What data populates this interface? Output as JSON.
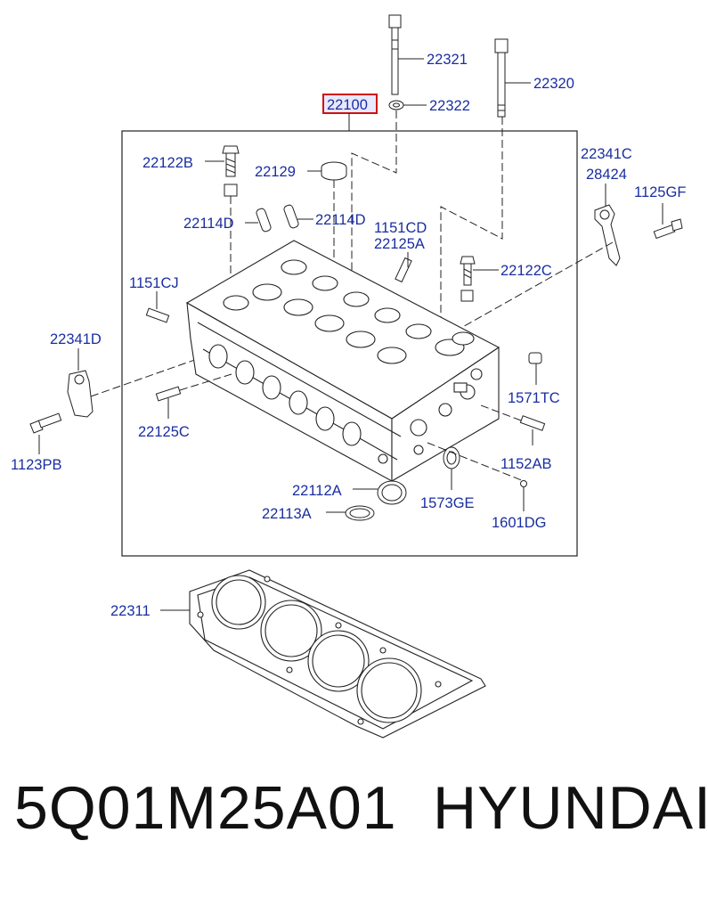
{
  "diagram": {
    "highlighted_part": "22100",
    "labels": {
      "p22321": "22321",
      "p22320": "22320",
      "p22322": "22322",
      "p22122B": "22122B",
      "p22129": "22129",
      "p22114D_left": "22114D",
      "p22114D_right": "22114D",
      "p1151CD": "1151CD",
      "p22125A": "22125A",
      "p22341C": "22341C",
      "p28424": "28424",
      "p1125GF": "1125GF",
      "p1151CJ": "1151CJ",
      "p22122C": "22122C",
      "p22341D": "22341D",
      "p1571TC": "1571TC",
      "p22125C": "22125C",
      "p1123PB": "1123PB",
      "p1152AB": "1152AB",
      "p22112A": "22112A",
      "p1573GE": "1573GE",
      "p22113A": "22113A",
      "p1601DG": "1601DG",
      "p22311": "22311"
    },
    "colors": {
      "label": "#1a2ea0",
      "highlight_box": "#d01010",
      "line": "#222222"
    }
  },
  "footer": {
    "part_number": "5Q01M25A01",
    "brand": "HYUNDAI"
  }
}
